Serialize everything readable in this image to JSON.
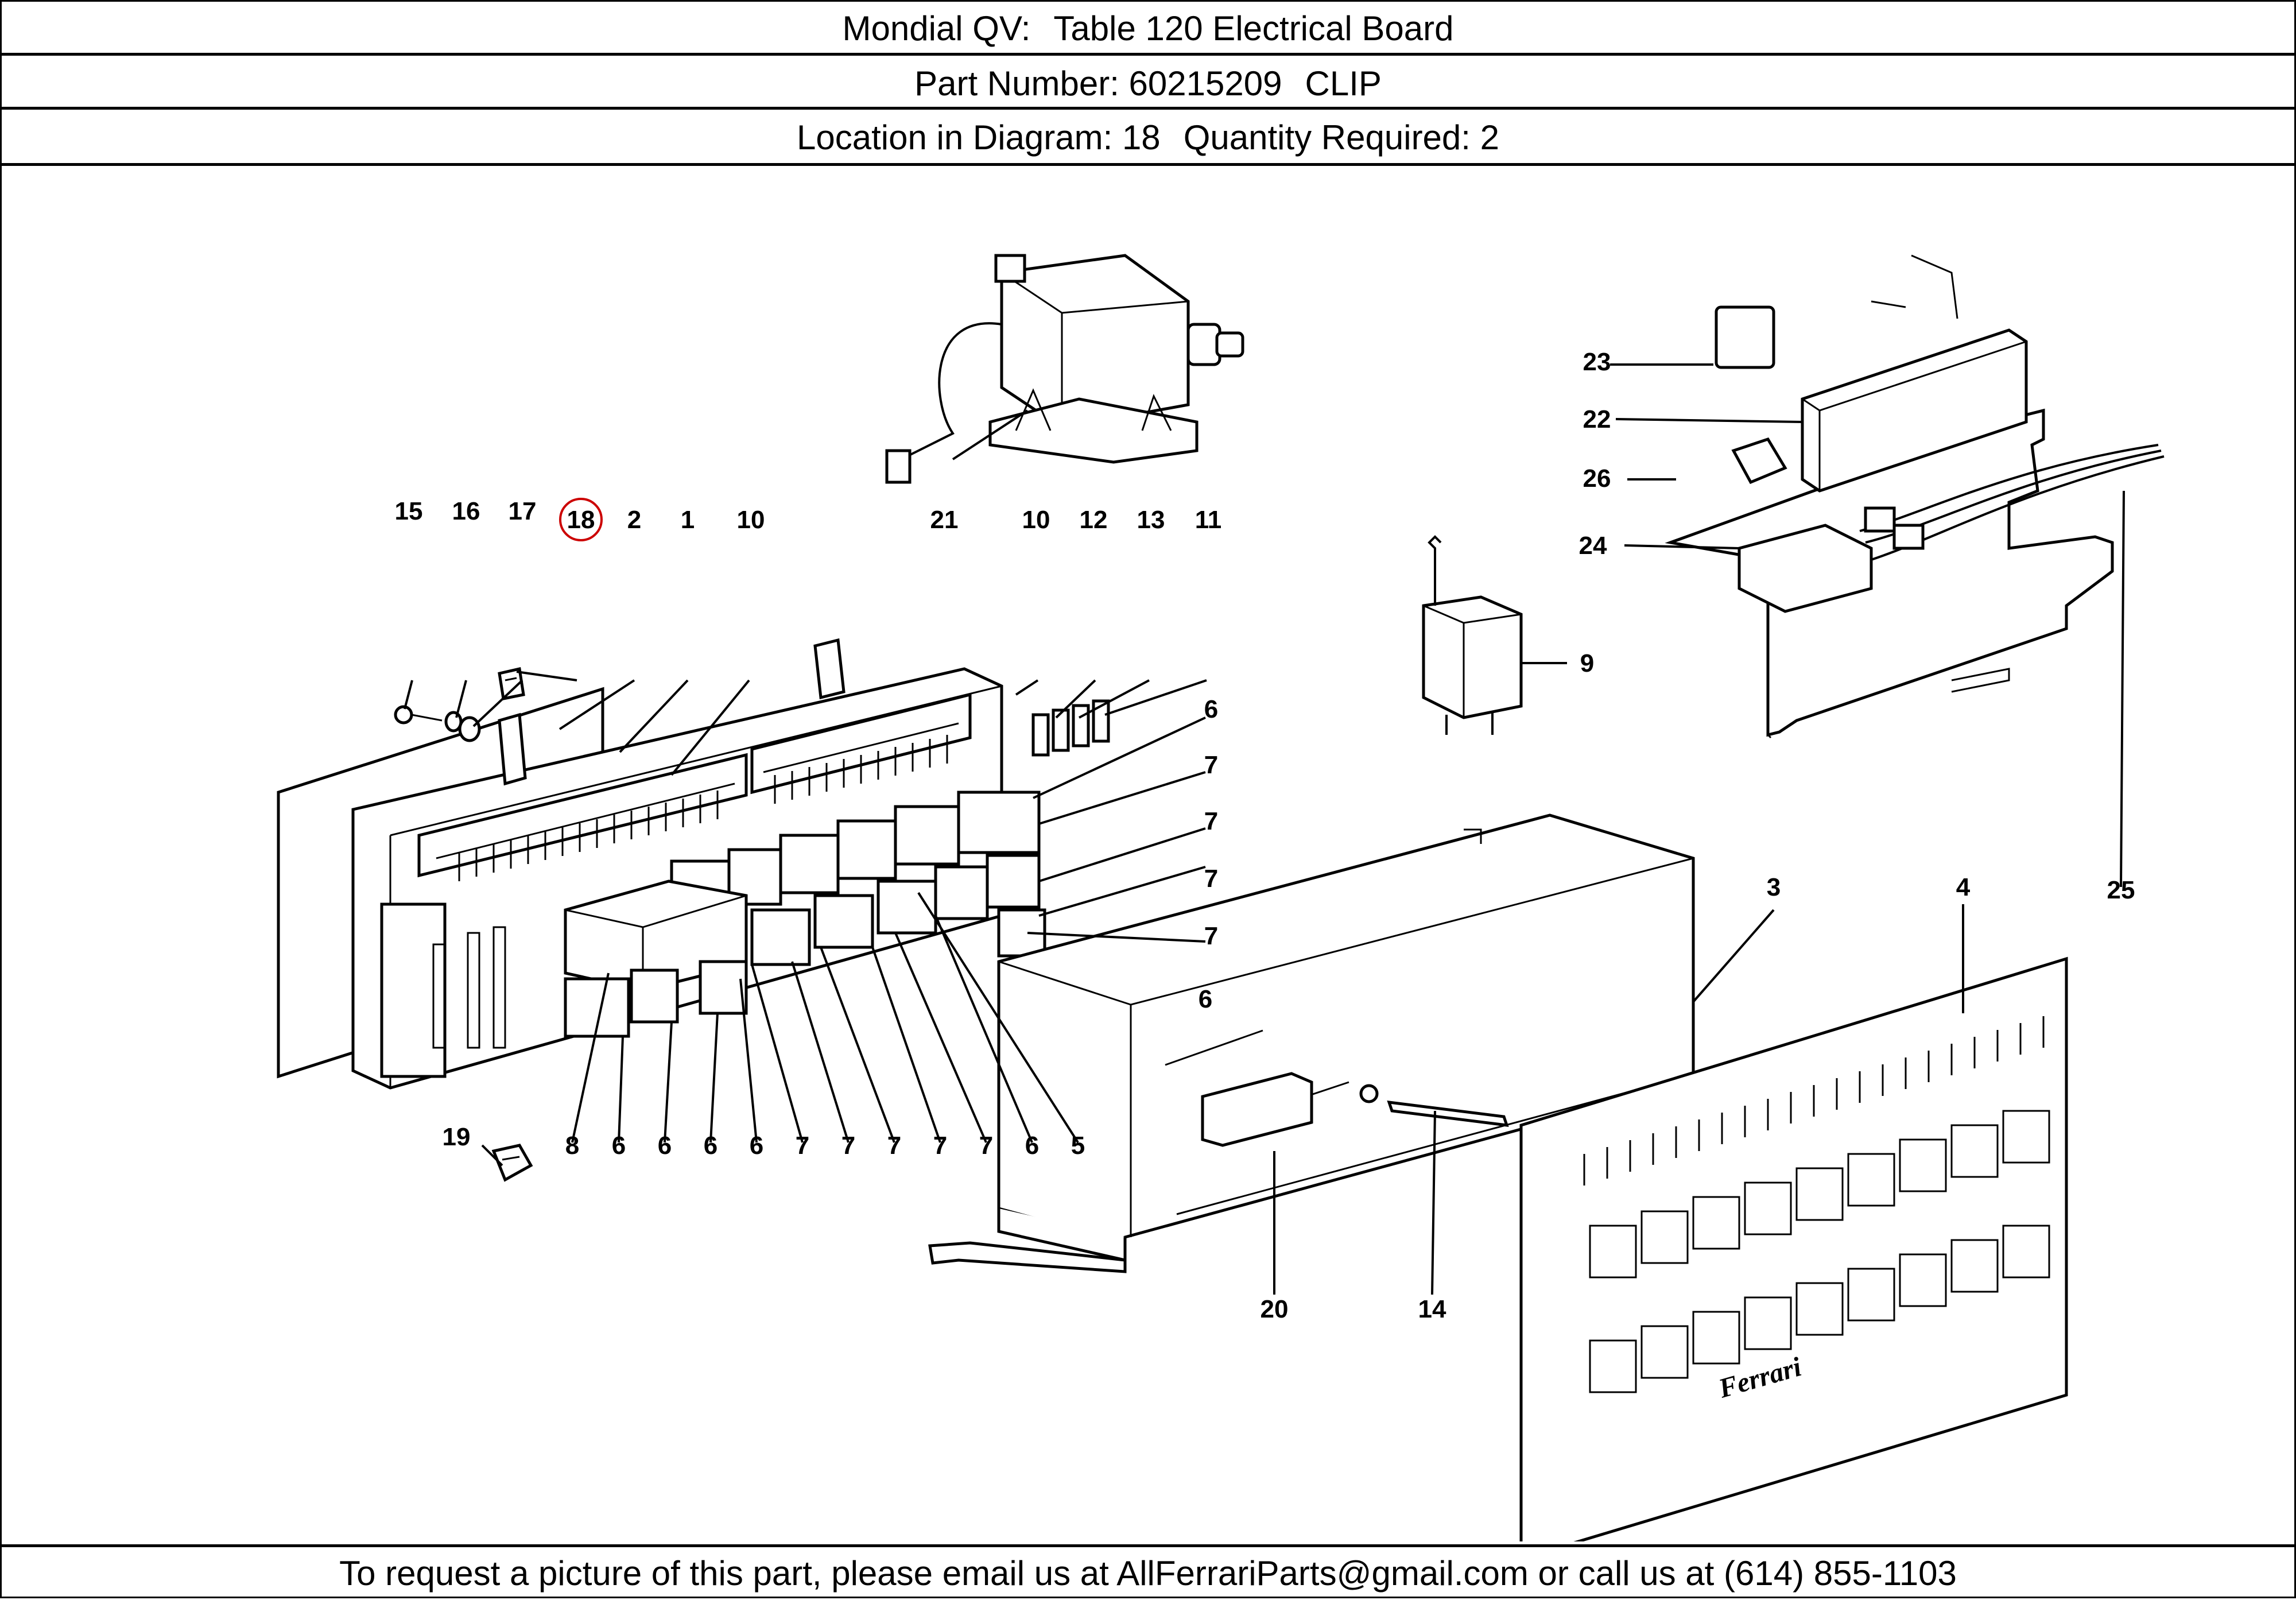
{
  "header": {
    "model": "Mondial QV:",
    "table": "Table 120 Electrical Board",
    "part_number_label": "Part Number: 60215209",
    "part_name": "CLIP",
    "location_label": "Location in Diagram: 18",
    "quantity_label": "Quantity Required: 2"
  },
  "footer": {
    "text": "To request a picture of this part, please email us at AllFerrariParts@gmail.com or call us at (614) 855-1103"
  },
  "diagram": {
    "highlighted_callout": "18",
    "highlight_color": "#cc0000",
    "callouts": [
      "15",
      "16",
      "17",
      "18",
      "2",
      "1",
      "10",
      "21",
      "10",
      "12",
      "13",
      "11",
      "6",
      "7",
      "7",
      "7",
      "7",
      "6",
      "8",
      "6",
      "6",
      "6",
      "6",
      "7",
      "7",
      "7",
      "7",
      "7",
      "6",
      "5",
      "19",
      "9",
      "23",
      "22",
      "26",
      "24",
      "3",
      "4",
      "25",
      "20",
      "14"
    ],
    "logo_text": "Ferrari"
  }
}
